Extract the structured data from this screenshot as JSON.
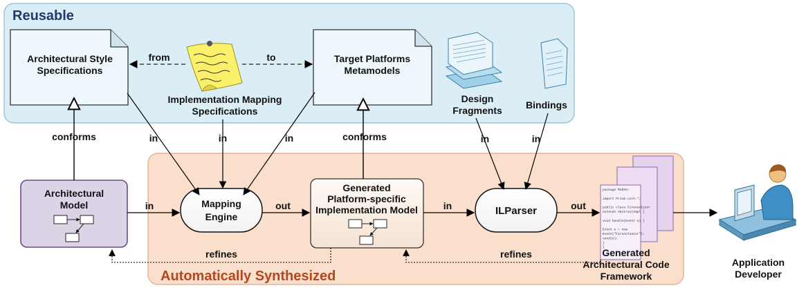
{
  "regions": {
    "reusable": {
      "title": "Reusable",
      "color": "#1f3a6e"
    },
    "synthesized": {
      "title": "Automatically Synthesized",
      "color": "#b5461f"
    }
  },
  "nodes": {
    "arch_style": [
      "Architectural Style",
      "Specifications"
    ],
    "impl_mapping": [
      "Implementation Mapping",
      "Specifications"
    ],
    "target_platforms": [
      "Target Platforms",
      "Metamodels"
    ],
    "design_fragments": [
      "Design",
      "Fragments"
    ],
    "bindings": "Bindings",
    "arch_model": [
      "Architectural",
      "Model"
    ],
    "mapping_engine": [
      "Mapping",
      "Engine"
    ],
    "generated_model": [
      "Generated",
      "Platform-specific",
      "Implementation Model"
    ],
    "ilparser": "ILParser",
    "code_framework": [
      "Generated",
      "Architectural Code",
      "Framework"
    ],
    "developer": [
      "Application",
      "Developer"
    ]
  },
  "edge_labels": {
    "from": "from",
    "to": "to",
    "conforms_left": "conforms",
    "conforms_right": "conforms",
    "in_arch_style": "in",
    "in_impl_mapping": "in",
    "in_target": "in",
    "in_design": "in",
    "in_bindings": "in",
    "in_model": "in",
    "out_engine": "out",
    "in_ilparser": "in",
    "out_ilparser": "out",
    "refines_left": "refines",
    "refines_right": "refines"
  },
  "code_lines": [
    "package MIDAS;",
    "",
    "import Prism.core.*;",
    "",
    "public class FireAnalyzer",
    "extends AbstractImpl {",
    "",
    "void handle(Event e) {",
    "",
    "  Event e = new",
    "  Event(\"FireActuator\");",
    "  send(e);",
    "}",
    "}"
  ]
}
